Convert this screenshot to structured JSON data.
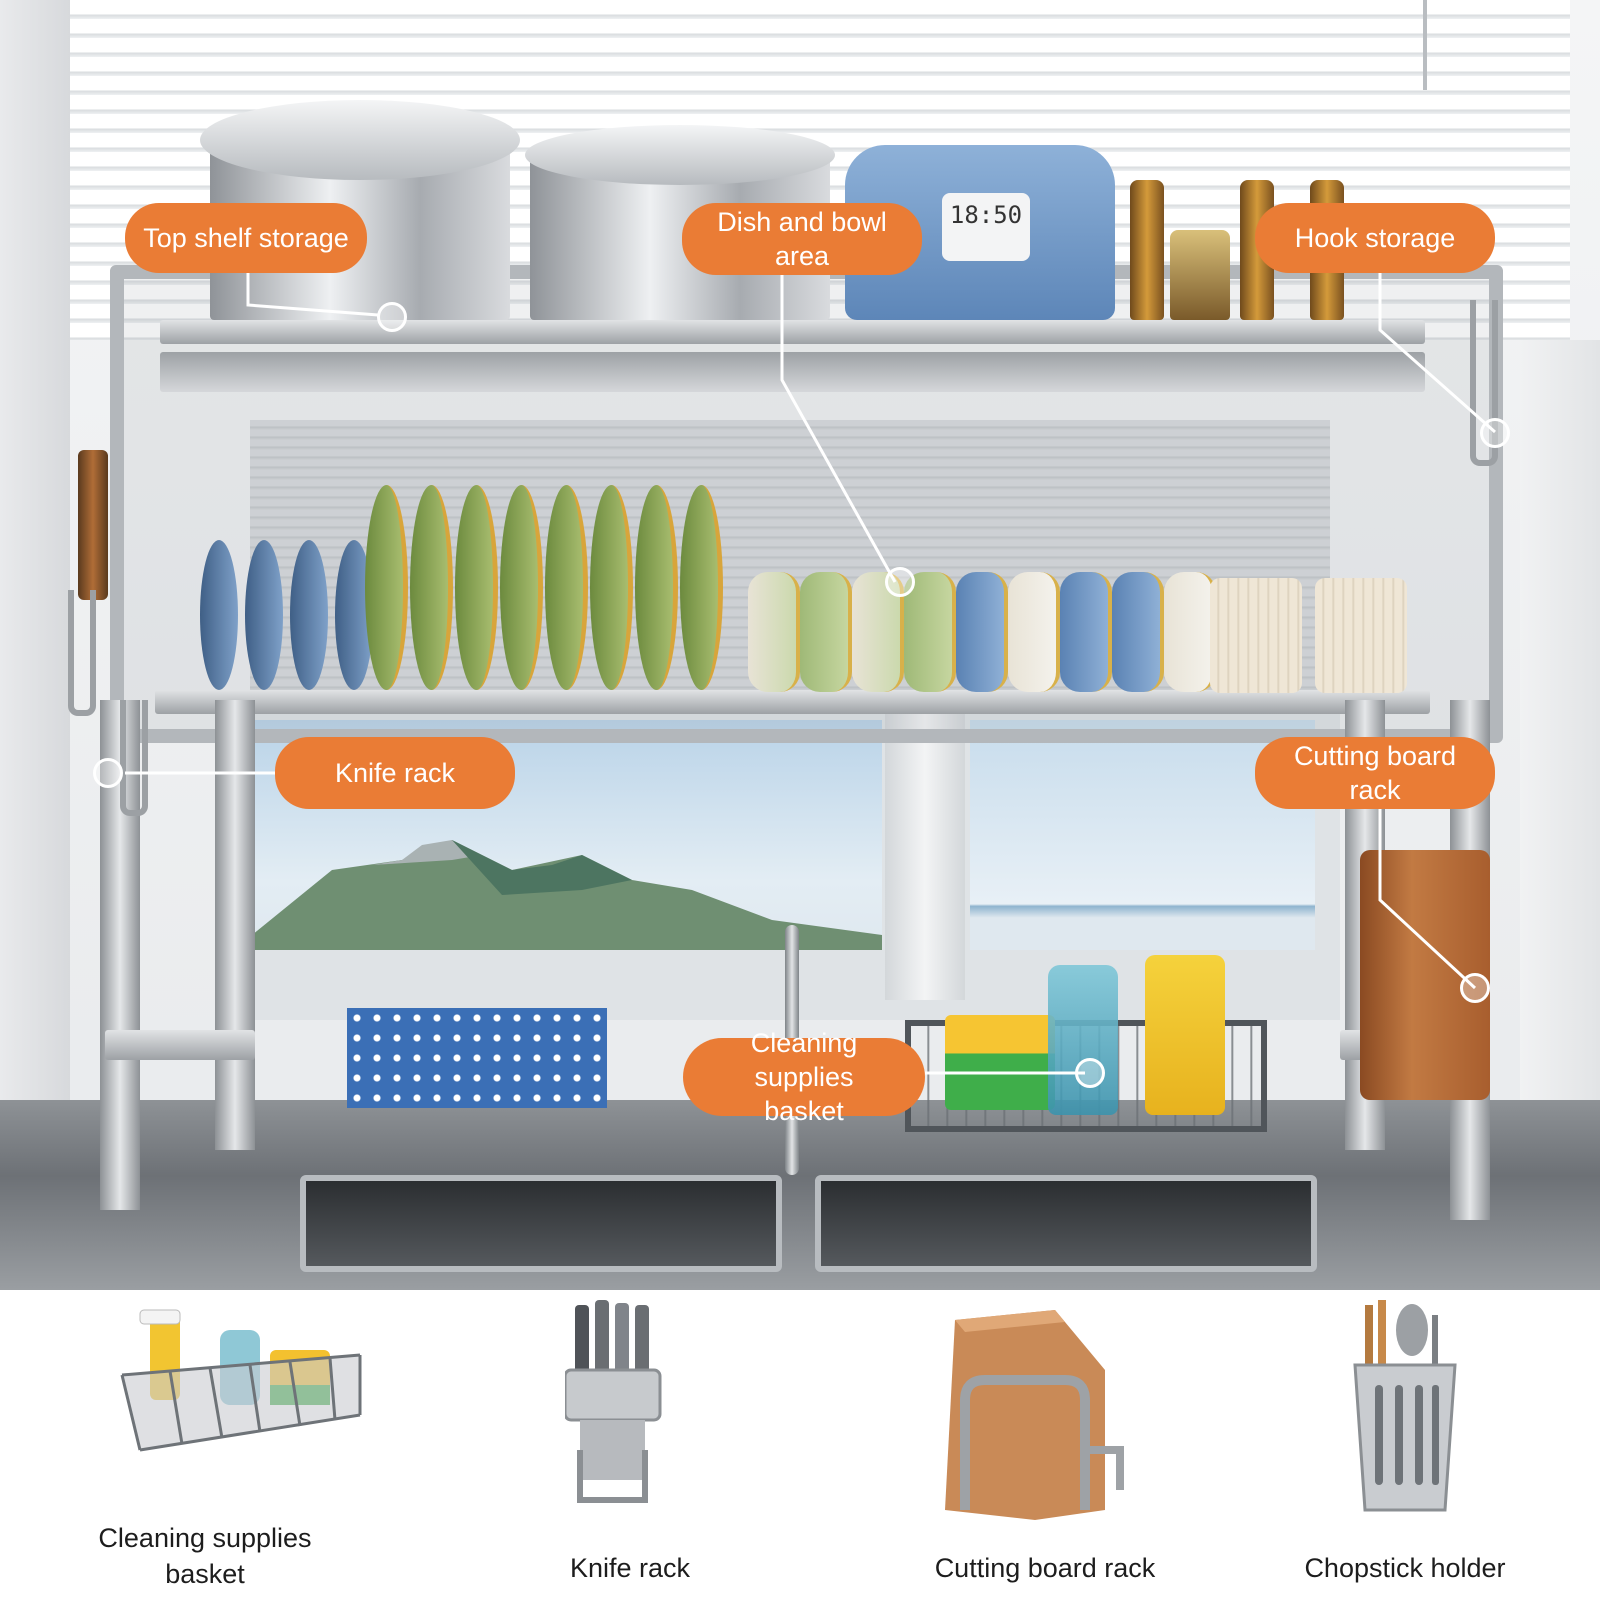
{
  "scene": {
    "cooker_display": "18:50"
  },
  "callouts": {
    "top_shelf": "Top shelf storage",
    "dish_bowl": "Dish and bowl area",
    "hook_storage": "Hook storage",
    "knife_rack": "Knife rack",
    "cutting_board": "Cutting board rack",
    "cleaning_basket": "Cleaning supplies\nbasket"
  },
  "products": [
    {
      "label": "Cleaning supplies\nbasket",
      "icon": "cleaning-basket-icon"
    },
    {
      "label": "Knife rack",
      "icon": "knife-rack-icon"
    },
    {
      "label": "Cutting board rack",
      "icon": "cutting-board-rack-icon"
    },
    {
      "label": "Chopstick holder",
      "icon": "chopstick-holder-icon"
    }
  ],
  "colors": {
    "callout": "#ea7c35",
    "callout_text": "#ffffff",
    "label_text": "#1d1d1d"
  }
}
